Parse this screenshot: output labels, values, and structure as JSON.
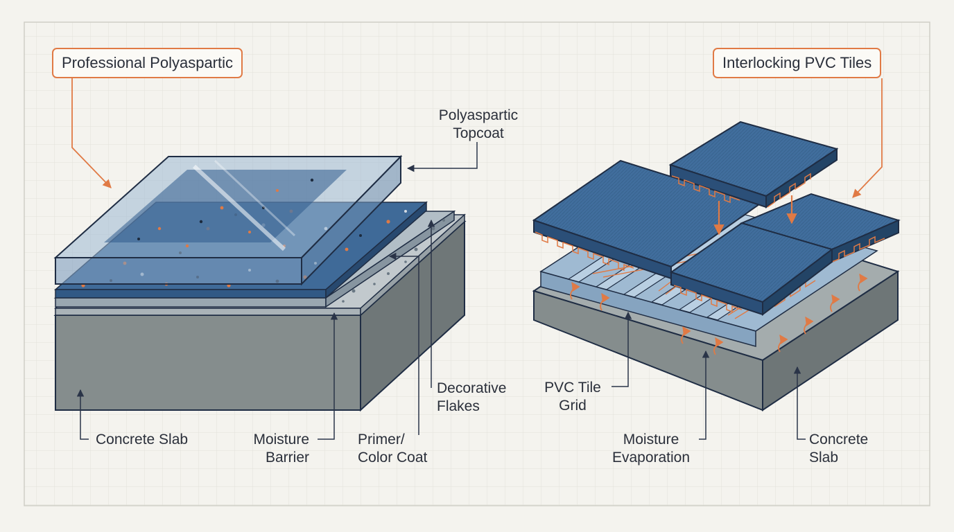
{
  "panels": {
    "left": {
      "title": "Professional Polyaspartic",
      "labels": {
        "topcoat": "Polyaspartic\nTopcoat",
        "flakes": "Decorative\nFlakes",
        "slab": "Concrete Slab",
        "barrier": "Moisture\nBarrier",
        "primer": "Primer/\nColor Coat"
      }
    },
    "right": {
      "title": "Interlocking PVC Tiles",
      "labels": {
        "grid": "PVC Tile\nGrid",
        "evaporation": "Moisture\nEvaporation",
        "slab": "Concrete\nSlab"
      }
    }
  },
  "colors": {
    "accent": "#e07a45",
    "tile_blue": "#3e6b9a",
    "concrete": "#848c8c",
    "outline": "#1f2d44",
    "paper": "#f4f3ee",
    "grid_line": "#e2e1da"
  }
}
